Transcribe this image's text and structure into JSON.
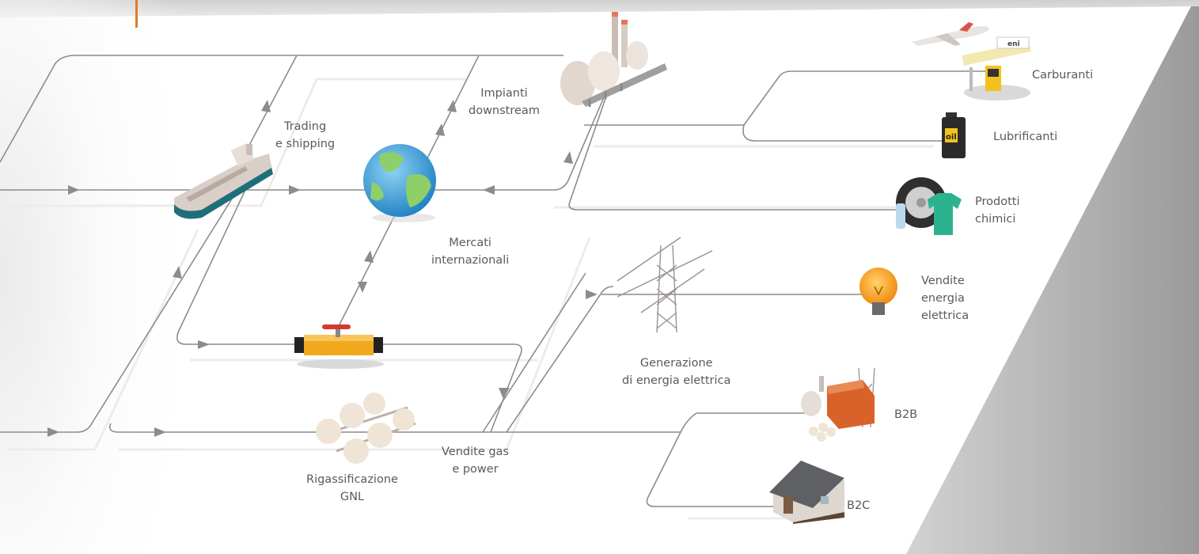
{
  "labels": {
    "trading": "Trading\ne shipping",
    "impianti": "Impianti\ndownstream",
    "mercati": "Mercati\ninternazionali",
    "carburanti": "Carburanti",
    "lubrificanti": "Lubrificanti",
    "prodotti": "Prodotti\nchimici",
    "vendite_energia": "Vendite\nenergia\nelettrica",
    "generazione": "Generazione\ndi energia elettrica",
    "b2b": "B2B",
    "b2c": "B2C",
    "vendite_gas": "Vendite gas\ne power",
    "rigassificazione": "Rigassificazione\nGNL"
  },
  "icons": {
    "oil_can_text": "oil",
    "eni_sign_text": "eni"
  },
  "colors": {
    "line": "#8c8c8c",
    "arrow": "#8c8c8c",
    "accent_orange": "#e07b2a",
    "globe_water": "#2f9bd6",
    "globe_land": "#8fcf6a",
    "ship_hull": "#1f6f7a",
    "pipe_yellow": "#f2a81d",
    "shirt_green": "#2bb38f",
    "bulb_orange": "#f7a21b",
    "factory_orange": "#d9622b"
  }
}
